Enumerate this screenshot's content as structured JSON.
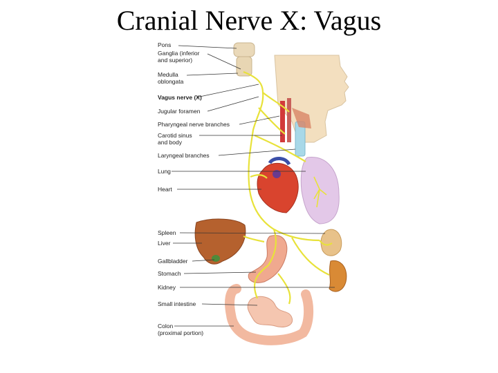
{
  "title": "Cranial Nerve X: Vagus",
  "figure": {
    "labels": [
      {
        "key": "pons",
        "text": "Pons",
        "bold": false
      },
      {
        "key": "ganglia",
        "text": "Ganglia (inferior\nand superior)",
        "bold": false
      },
      {
        "key": "medulla",
        "text": "Medulla\noblongata",
        "bold": false
      },
      {
        "key": "vagus",
        "text": "Vagus nerve (X)",
        "bold": true
      },
      {
        "key": "jugular",
        "text": "Jugular foramen",
        "bold": false
      },
      {
        "key": "pharyngeal",
        "text": "Pharyngeal nerve branches",
        "bold": false
      },
      {
        "key": "carotid",
        "text": "Carotid sinus\nand body",
        "bold": false
      },
      {
        "key": "laryngeal",
        "text": "Laryngeal branches",
        "bold": false
      },
      {
        "key": "lung",
        "text": "Lung",
        "bold": false
      },
      {
        "key": "heart",
        "text": "Heart",
        "bold": false
      },
      {
        "key": "spleen",
        "text": "Spleen",
        "bold": false
      },
      {
        "key": "liver",
        "text": "Liver",
        "bold": false
      },
      {
        "key": "gallbladder",
        "text": "Gallbladder",
        "bold": false
      },
      {
        "key": "stomach",
        "text": "Stomach",
        "bold": false
      },
      {
        "key": "kidney",
        "text": "Kidney",
        "bold": false
      },
      {
        "key": "small_intestine",
        "text": "Small intestine",
        "bold": false
      },
      {
        "key": "colon",
        "text": "Colon\n(proximal portion)",
        "bold": false
      }
    ],
    "colors": {
      "nerve": "#e8e23a",
      "skin": "#f3dfbf",
      "lung": "#e3c8e8",
      "heart": "#d9442e",
      "liver": "#b5612e",
      "stomach": "#f0a98f",
      "kidney": "#d98a35",
      "spleen": "#e8c28a",
      "intestine": "#f2b9a0"
    }
  }
}
